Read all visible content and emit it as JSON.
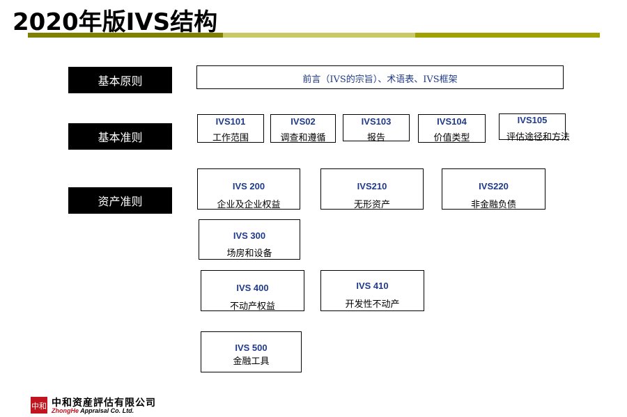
{
  "title": "2020年版IVS结构",
  "colors": {
    "rule_dark": "#7f7f00",
    "rule_light": "#c8c864",
    "rule_mid": "#999900",
    "code_blue": "#1f3a8a",
    "label_bg": "#000000",
    "logo_red": "#c0141e"
  },
  "rows": {
    "principles": {
      "label": "基本原则"
    },
    "framework": {
      "label": "基本准则"
    },
    "asset": {
      "label": "资产准则"
    }
  },
  "principles_box": {
    "text": "前言（IVS的宗旨）、术语表、IVS框架"
  },
  "general_standards": [
    {
      "code": "IVS101",
      "name": "工作范围"
    },
    {
      "code": "IVS02",
      "name": "调查和遵循"
    },
    {
      "code": "IVS103",
      "name": "报告"
    },
    {
      "code": "IVS104",
      "name": "价值类型"
    },
    {
      "code": "IVS105",
      "name": "评估途径和方法"
    }
  ],
  "asset_standards": [
    {
      "code": "IVS 200",
      "name": "企业及企业权益"
    },
    {
      "code": "IVS210",
      "name": "无形资产"
    },
    {
      "code": "IVS220",
      "name": "非金融负债"
    },
    {
      "code": "IVS 300",
      "name": "场房和设备"
    },
    {
      "code": "IVS 400",
      "name": "不动产权益"
    },
    {
      "code": "IVS 410",
      "name": "开发性不动产"
    },
    {
      "code": "IVS 500",
      "name": "金融工具"
    }
  ],
  "logo": {
    "mark": "中和",
    "company_cn": "中和资産評估有限公司",
    "company_en_brand": "ZhongHe",
    "company_en": " Appraisal Co. Ltd."
  }
}
